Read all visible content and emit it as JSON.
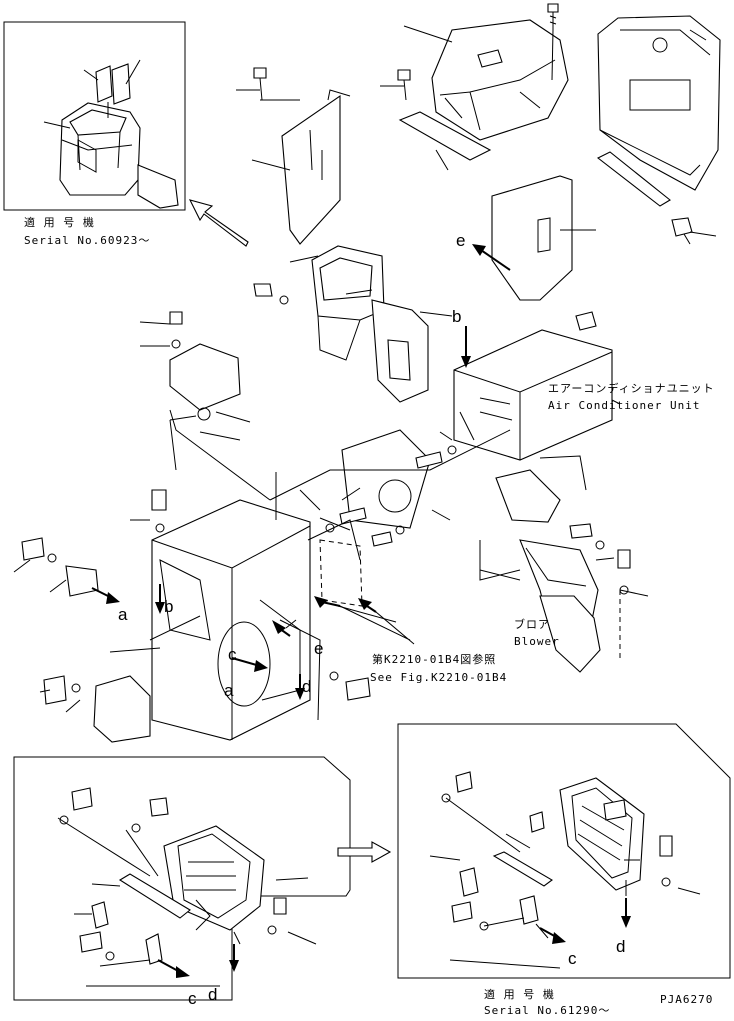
{
  "inset_top_left": {
    "applicable_jp": "適 用 号 機",
    "serial": "Serial No.60923～"
  },
  "inset_bottom_right": {
    "applicable_jp": "適 用 号 機",
    "serial": "Serial No.61290～"
  },
  "air_conditioner_unit": {
    "label_jp": "エアーコンディショナユニット",
    "label_en": "Air Conditioner Unit"
  },
  "blower": {
    "label_jp": "ブロア",
    "label_en": "Blower"
  },
  "reference": {
    "label_jp": "第K2210-01B4図参照",
    "label_en": "See Fig.K2210-01B4"
  },
  "callouts": {
    "a1": "a",
    "a2": "a",
    "b1": "b",
    "b2": "b",
    "c1": "c",
    "c2": "c",
    "c3": "c",
    "d1": "d",
    "d2": "d",
    "d3": "d",
    "e1": "e",
    "e2": "e"
  },
  "drawing_code": "PJA6270"
}
